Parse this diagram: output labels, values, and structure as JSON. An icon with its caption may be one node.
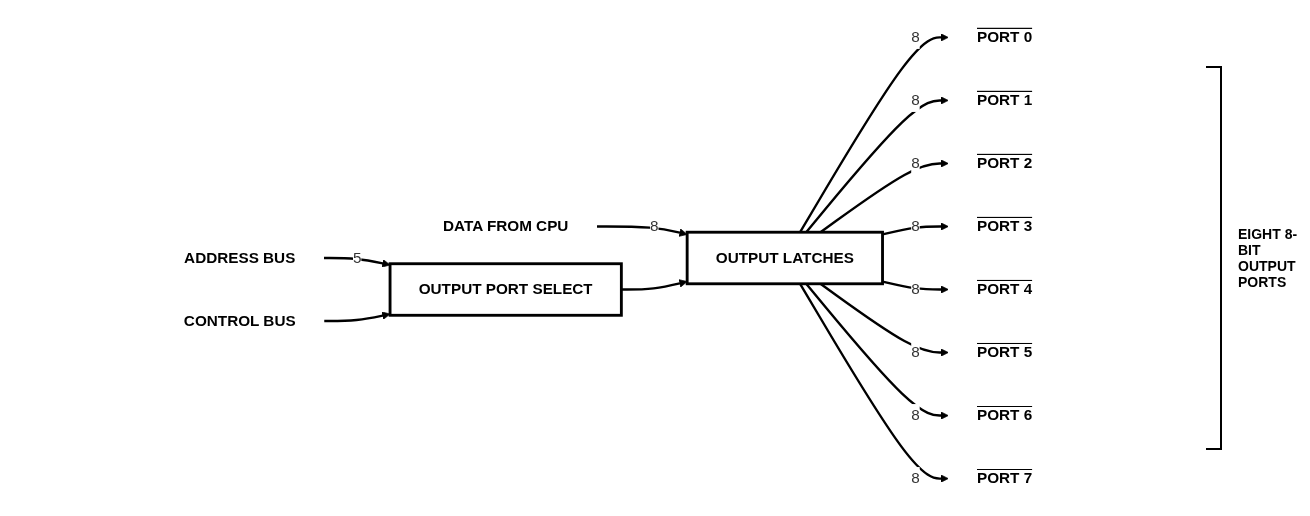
{
  "diagram": {
    "nodes": [
      {
        "text": [
          "DATA FROM CPU"
        ]
      },
      {
        "text": [
          "OUTPUT LATCHES"
        ]
      },
      {
        "text": [
          "PORT 0"
        ]
      },
      {
        "text": [
          "PORT 1"
        ]
      },
      {
        "text": [
          "PORT 2"
        ]
      },
      {
        "text": [
          "PORT 3"
        ]
      },
      {
        "text": [
          "PORT 4"
        ]
      },
      {
        "text": [
          "PORT 5"
        ]
      },
      {
        "text": [
          "PORT 6"
        ]
      },
      {
        "text": [
          "PORT 7"
        ]
      },
      {
        "text": [
          "ADDRESS BUS"
        ]
      },
      {
        "text": [
          "CONTROL BUS"
        ]
      },
      {
        "text": [
          "OUTPUT PORT SELECT"
        ]
      }
    ],
    "edges": [
      {
        "from": 0,
        "to": 1,
        "arrow": "to",
        "label": "8"
      },
      {
        "from": 1,
        "to": 2,
        "arrow": "to",
        "label": "8"
      },
      {
        "from": 1,
        "to": 3,
        "arrow": "to",
        "label": "8"
      },
      {
        "from": 1,
        "to": 4,
        "arrow": "to",
        "label": "8"
      },
      {
        "from": 1,
        "to": 5,
        "arrow": "to",
        "label": "8"
      },
      {
        "from": 1,
        "to": 6,
        "arrow": "to",
        "label": "8"
      },
      {
        "from": 1,
        "to": 7,
        "arrow": "to",
        "label": "8"
      },
      {
        "from": 1,
        "to": 8,
        "arrow": "to",
        "label": "8"
      },
      {
        "from": 1,
        "to": 9,
        "arrow": "to",
        "label": "8"
      },
      {
        "from": 10,
        "to": 12,
        "arrow": "to",
        "label": "5"
      },
      {
        "from": 11,
        "to": 12,
        "arrow": "to"
      },
      {
        "from": 12,
        "to": 1,
        "arrow": "to"
      }
    ],
    "labels": [
      "EIGHT 8-BIT OUTPUT PORTS"
    ]
  }
}
